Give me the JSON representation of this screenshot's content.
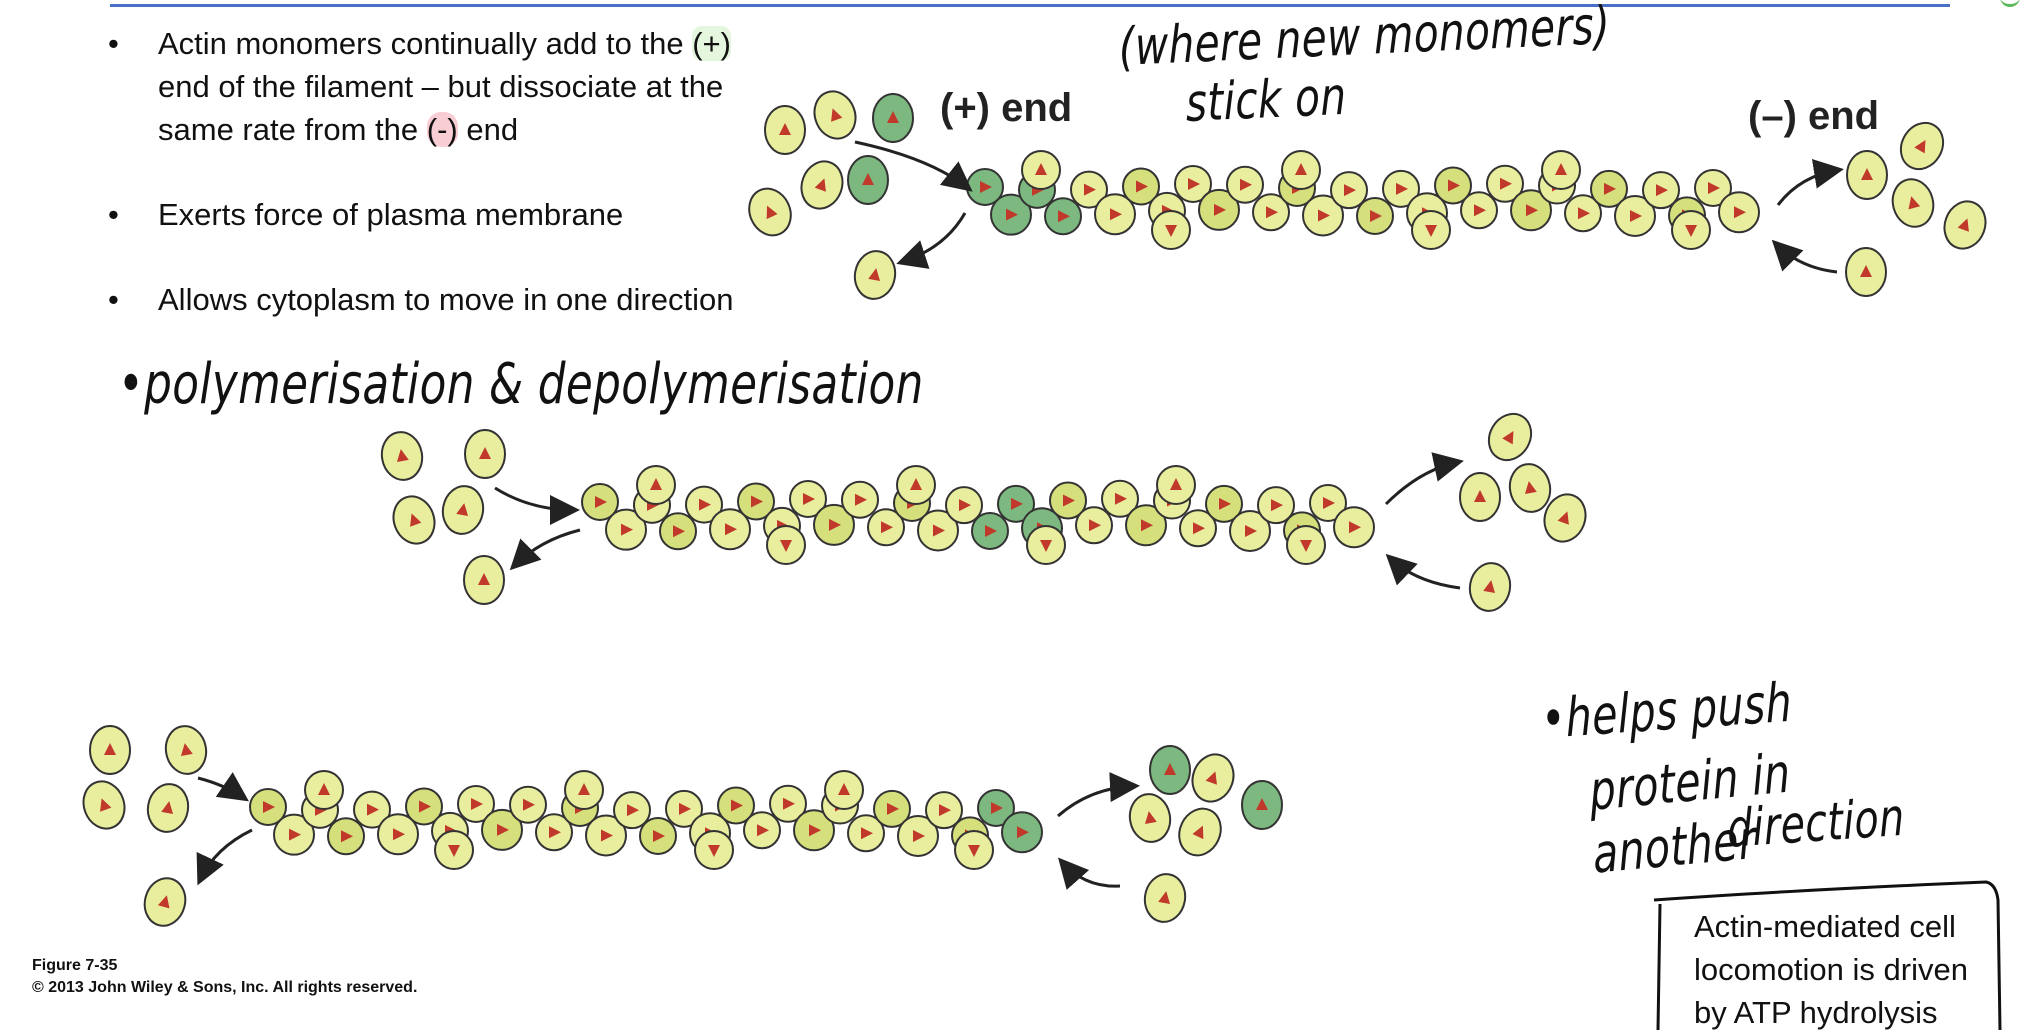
{
  "bullets": [
    {
      "pre": "Actin monomers continually add to the",
      "hl_plus": "(+)",
      "mid": " end of the filament – but dissociate at the same rate from the ",
      "hl_minus": "(-)",
      "post": " end"
    },
    {
      "text": "Exerts force of plasma membrane"
    },
    {
      "text": "Allows cytoplasm to move in one direction"
    }
  ],
  "handwriting": {
    "main": "•polymerisation & depolymerisation",
    "note_line1": "(where new monomers)",
    "note_line2": "stick on",
    "right_line1": "•helps push",
    "right_line2": "protein in another",
    "right_line3": "direction"
  },
  "labels": {
    "plus_end": "(+) end",
    "minus_end": "(–) end"
  },
  "figure": {
    "line1": "Figure 7-35",
    "line2": "© 2013 John Wiley & Sons, Inc. All rights reserved."
  },
  "boxed_note": "Actin-mediated cell locomotion is driven by ATP hydrolysis",
  "colors": {
    "monomer": "#e9ee9e",
    "monomer_dark": "#d5df7b",
    "new_monomer": "#7cb87f",
    "arrowhead": "#c0392b",
    "outline": "#333333",
    "rule": "#4a6fc7"
  }
}
